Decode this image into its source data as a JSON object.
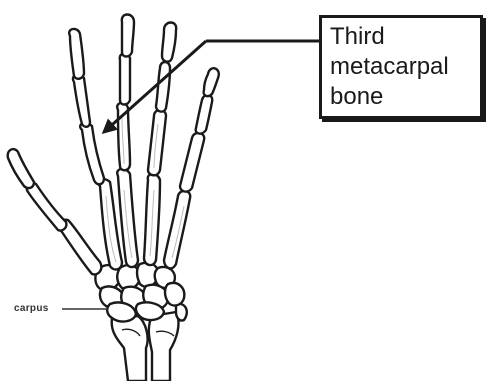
{
  "callout": {
    "lines": [
      "Third",
      "metacarpal",
      "bone"
    ]
  },
  "carpus_label": "carpus",
  "colors": {
    "ink": "#1a1a1a",
    "bone_fill": "#ffffff",
    "bone_shade": "#bdbdbd",
    "background": "#ffffff"
  }
}
